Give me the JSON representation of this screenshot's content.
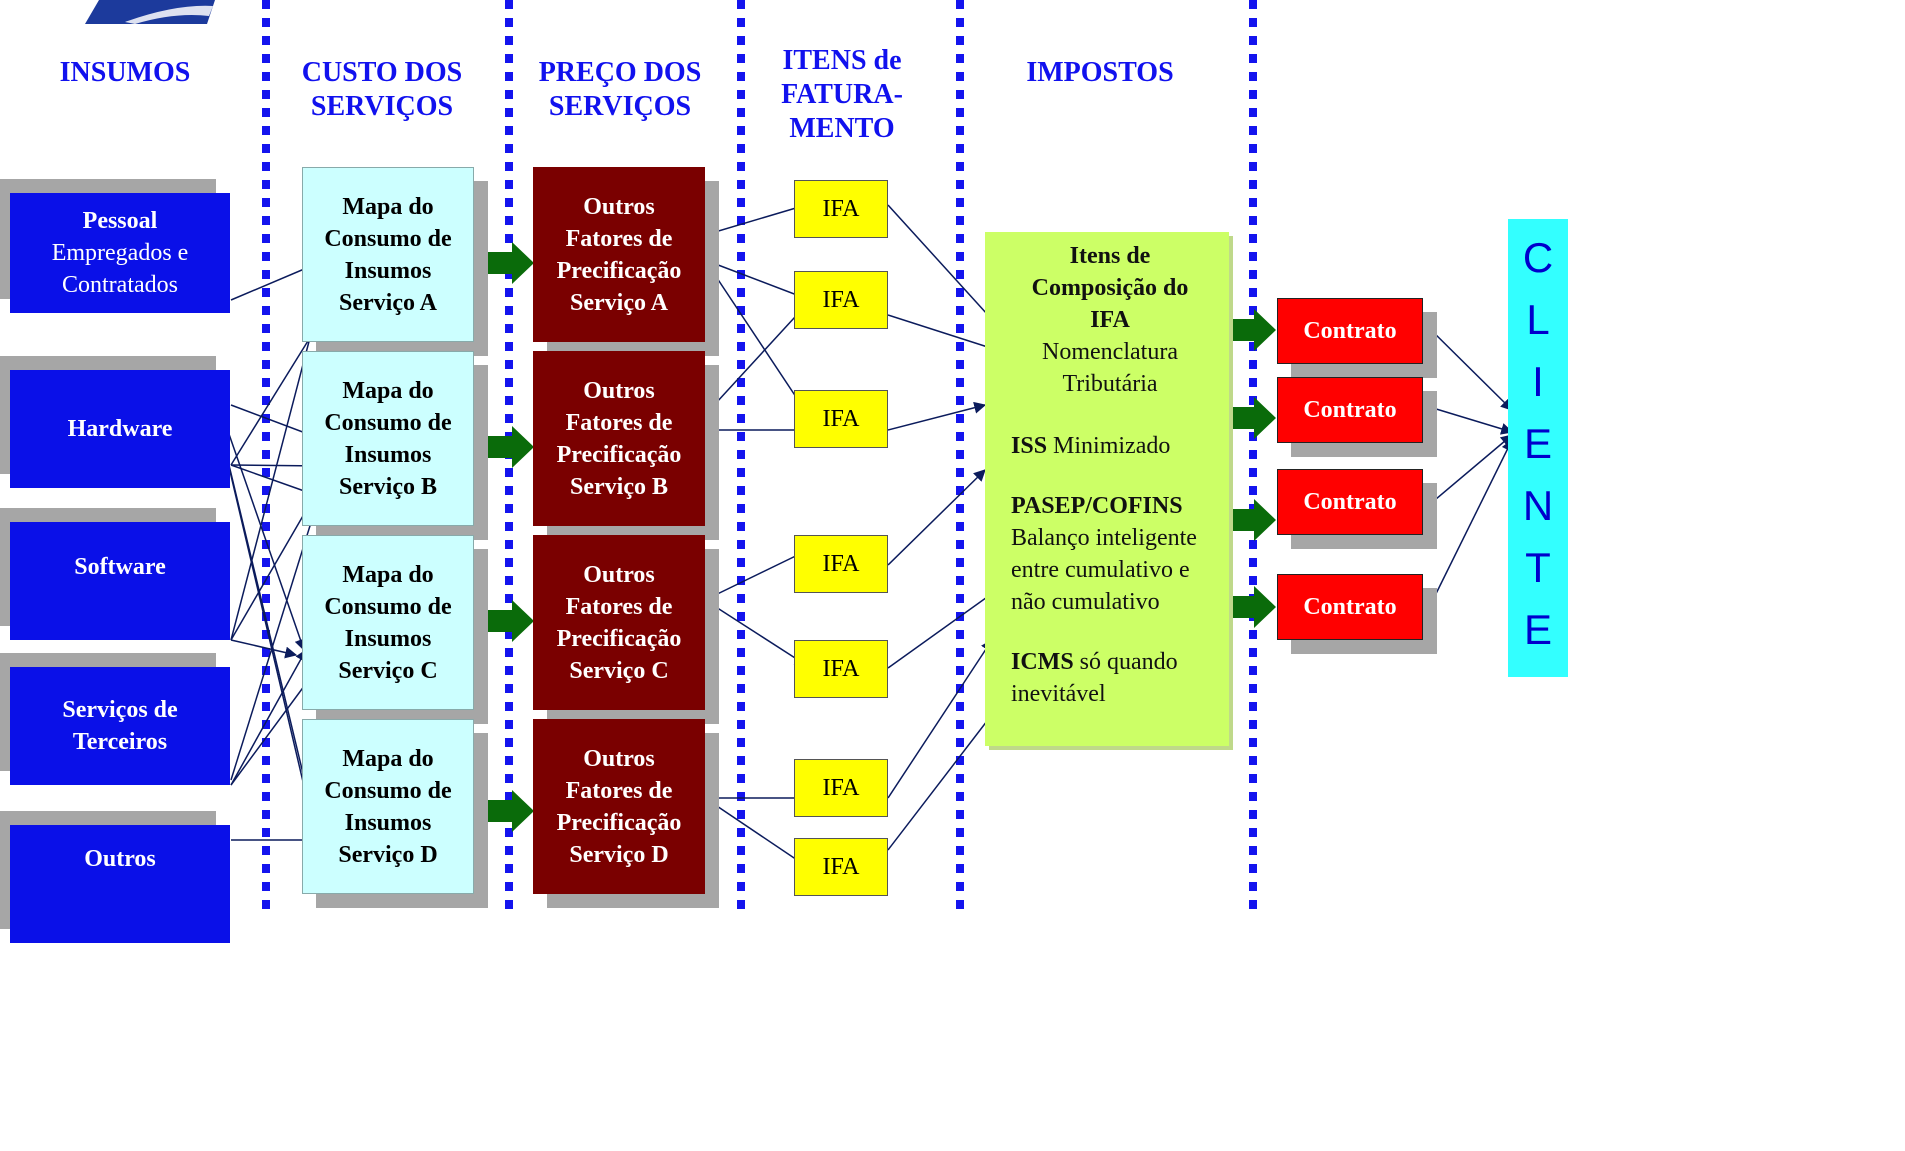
{
  "headers": {
    "insumos": [
      "INSUMOS"
    ],
    "custo": [
      "CUSTO DOS",
      "SERVIÇOS"
    ],
    "preco": [
      "PREÇO DOS",
      "SERVIÇOS"
    ],
    "itens": [
      "ITENS de",
      "FATURA-",
      "MENTO"
    ],
    "impostos": [
      "IMPOSTOS"
    ]
  },
  "insumos": [
    {
      "title": "Pessoal",
      "lines": [
        "Empregados e",
        "Contratados"
      ]
    },
    {
      "title": "Hardware",
      "lines": []
    },
    {
      "title": "Software",
      "lines": []
    },
    {
      "title": "Serviços de",
      "lines": [
        "Terceiros"
      ],
      "bold_all": true
    },
    {
      "title": "Outros",
      "lines": []
    }
  ],
  "mapas": [
    [
      "Mapa do",
      "Consumo de",
      "Insumos",
      "Serviço A"
    ],
    [
      "Mapa do",
      "Consumo de",
      "Insumos",
      "Serviço B"
    ],
    [
      "Mapa do",
      "Consumo de",
      "Insumos",
      "Serviço C"
    ],
    [
      "Mapa do",
      "Consumo de",
      "Insumos",
      "Serviço D"
    ]
  ],
  "outros": [
    [
      "Outros",
      "Fatores de",
      "Precificação",
      "Serviço A"
    ],
    [
      "Outros",
      "Fatores de",
      "Precificação",
      "Serviço B"
    ],
    [
      "Outros",
      "Fatores de",
      "Precificação",
      "Serviço C"
    ],
    [
      "Outros",
      "Fatores de",
      "Precificação",
      "Serviço D"
    ]
  ],
  "ifa_label": "IFA",
  "impostos_box": {
    "title": [
      "Itens de",
      "Composição do",
      "IFA"
    ],
    "sub": [
      "Nomenclatura",
      "Tributária"
    ],
    "iss_label": "ISS",
    "iss_text": "Minimizado",
    "pasep_label": "PASEP/COFINS",
    "pasep_text": [
      "Balanço inteligente",
      "entre cumulativo e",
      "não cumulativo"
    ],
    "icms_label": "ICMS",
    "icms_text": "só quando",
    "icms_text2": "inevitável"
  },
  "contrato_label": "Contrato",
  "cliente_letters": [
    "C",
    "L",
    "I",
    "E",
    "N",
    "T",
    "E"
  ],
  "colors": {
    "insumo": "#0a10e8",
    "mapa": "#ccffff",
    "outros": "#7a0000",
    "ifa": "#ffff00",
    "impostos": "#ccff66",
    "contrato": "#ff0000",
    "cliente": "#33ffff",
    "divider": "#1414ee",
    "arrow_fat": "#0a6b0a",
    "header_text": "#1111ee"
  }
}
